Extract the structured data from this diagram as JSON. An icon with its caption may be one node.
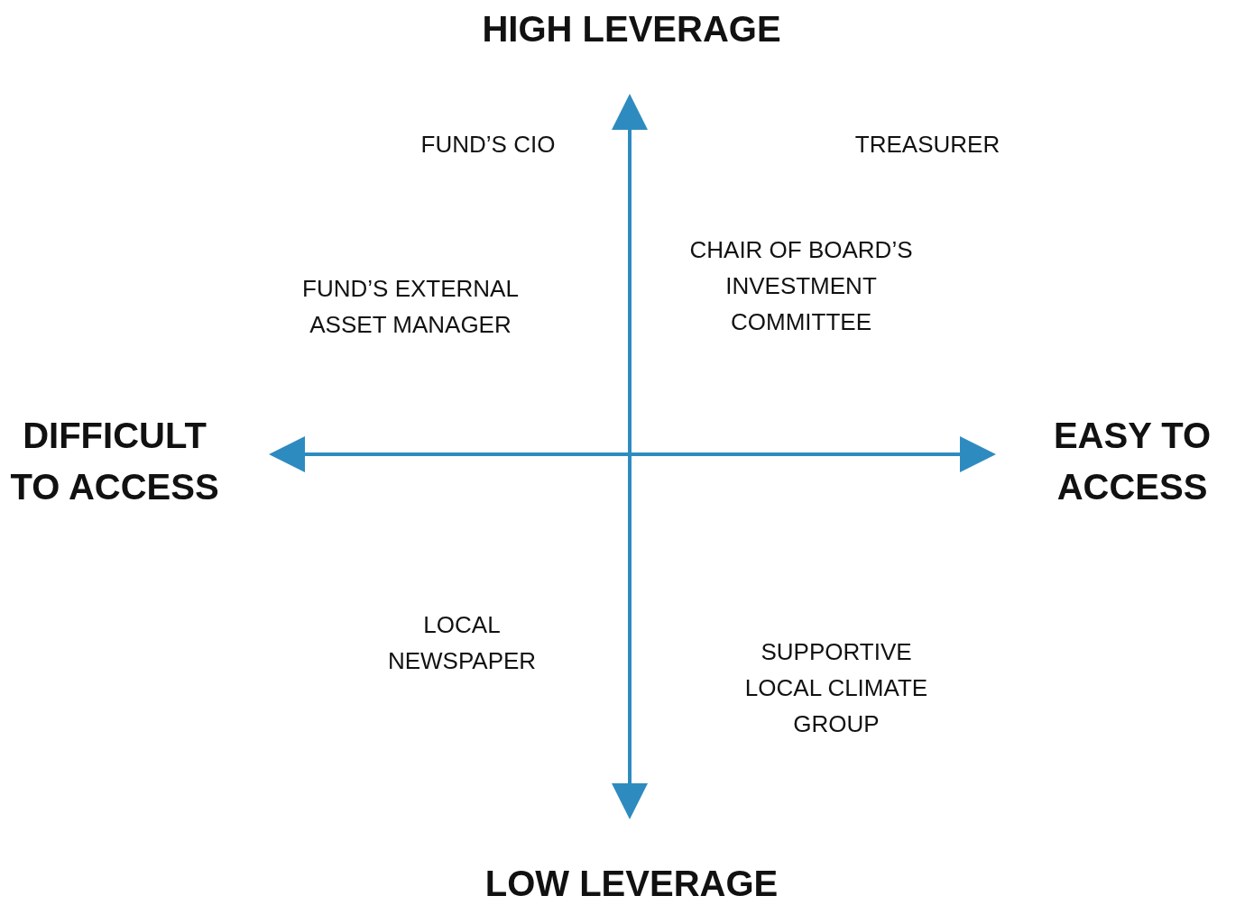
{
  "diagram": {
    "labels": [
      "HIGH LEVERAGE",
      "FUND’S CIO",
      "TREASURER",
      "CHAIR OF BOARD’S INVESTMENT COMMITTEE",
      "FUND’S EXTERNAL ASSET MANAGER",
      "DIFFICULT TO ACCESS",
      "EASY TO ACCESS",
      "LOCAL NEWSPAPER",
      "SUPPORTIVE LOCAL CLIMATE GROUP",
      "LOW LEVERAGE"
    ]
  }
}
